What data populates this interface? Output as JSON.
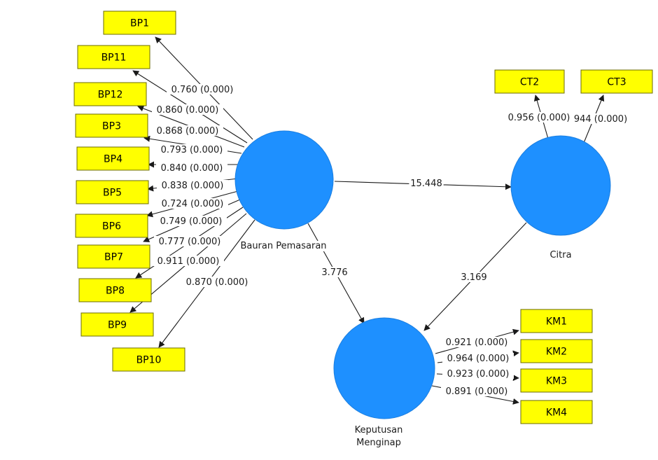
{
  "latents": [
    {
      "id": "bp",
      "label": [
        "Bauran Pemasaran"
      ]
    },
    {
      "id": "ct",
      "label": [
        "Citra"
      ]
    },
    {
      "id": "km",
      "label": [
        "Keputusan",
        "Menginap"
      ]
    }
  ],
  "indicators": [
    {
      "id": "BP1",
      "label": "BP1",
      "latent": "bp",
      "loading": "0.760 (0.000)"
    },
    {
      "id": "BP11",
      "label": "BP11",
      "latent": "bp",
      "loading": "0.860 (0.000)"
    },
    {
      "id": "BP12",
      "label": "BP12",
      "latent": "bp",
      "loading": "0.868 (0.000)"
    },
    {
      "id": "BP3",
      "label": "BP3",
      "latent": "bp",
      "loading": "0.793 (0.000)"
    },
    {
      "id": "BP4",
      "label": "BP4",
      "latent": "bp",
      "loading": "0.840 (0.000)"
    },
    {
      "id": "BP5",
      "label": "BP5",
      "latent": "bp",
      "loading": "0.838 (0.000)"
    },
    {
      "id": "BP6",
      "label": "BP6",
      "latent": "bp",
      "loading": "0.724 (0.000)"
    },
    {
      "id": "BP7",
      "label": "BP7",
      "latent": "bp",
      "loading": "0.749 (0.000)"
    },
    {
      "id": "BP8",
      "label": "BP8",
      "latent": "bp",
      "loading": "0.777 (0.000)"
    },
    {
      "id": "BP9",
      "label": "BP9",
      "latent": "bp",
      "loading": "0.911 (0.000)"
    },
    {
      "id": "BP10",
      "label": "BP10",
      "latent": "bp",
      "loading": "0.870 (0.000)"
    },
    {
      "id": "CT2",
      "label": "CT2",
      "latent": "ct",
      "loading": "0.956 (0.000)"
    },
    {
      "id": "CT3",
      "label": "CT3",
      "latent": "ct",
      "loading": "944 (0.000)"
    },
    {
      "id": "KM1",
      "label": "KM1",
      "latent": "km",
      "loading": "0.921 (0.000)"
    },
    {
      "id": "KM2",
      "label": "KM2",
      "latent": "km",
      "loading": "0.964 (0.000)"
    },
    {
      "id": "KM3",
      "label": "KM3",
      "latent": "km",
      "loading": "0.923 (0.000)"
    },
    {
      "id": "KM4",
      "label": "KM4",
      "latent": "km",
      "loading": "0.891 (0.000)"
    }
  ],
  "paths": [
    {
      "from": "bp",
      "to": "ct",
      "value": "15.448"
    },
    {
      "from": "bp",
      "to": "km",
      "value": "3.776"
    },
    {
      "from": "ct",
      "to": "km",
      "value": "3.169"
    }
  ],
  "colors": {
    "latent": "#1e90ff",
    "indicator": "#ffff00",
    "line": "#1a1a1a"
  }
}
